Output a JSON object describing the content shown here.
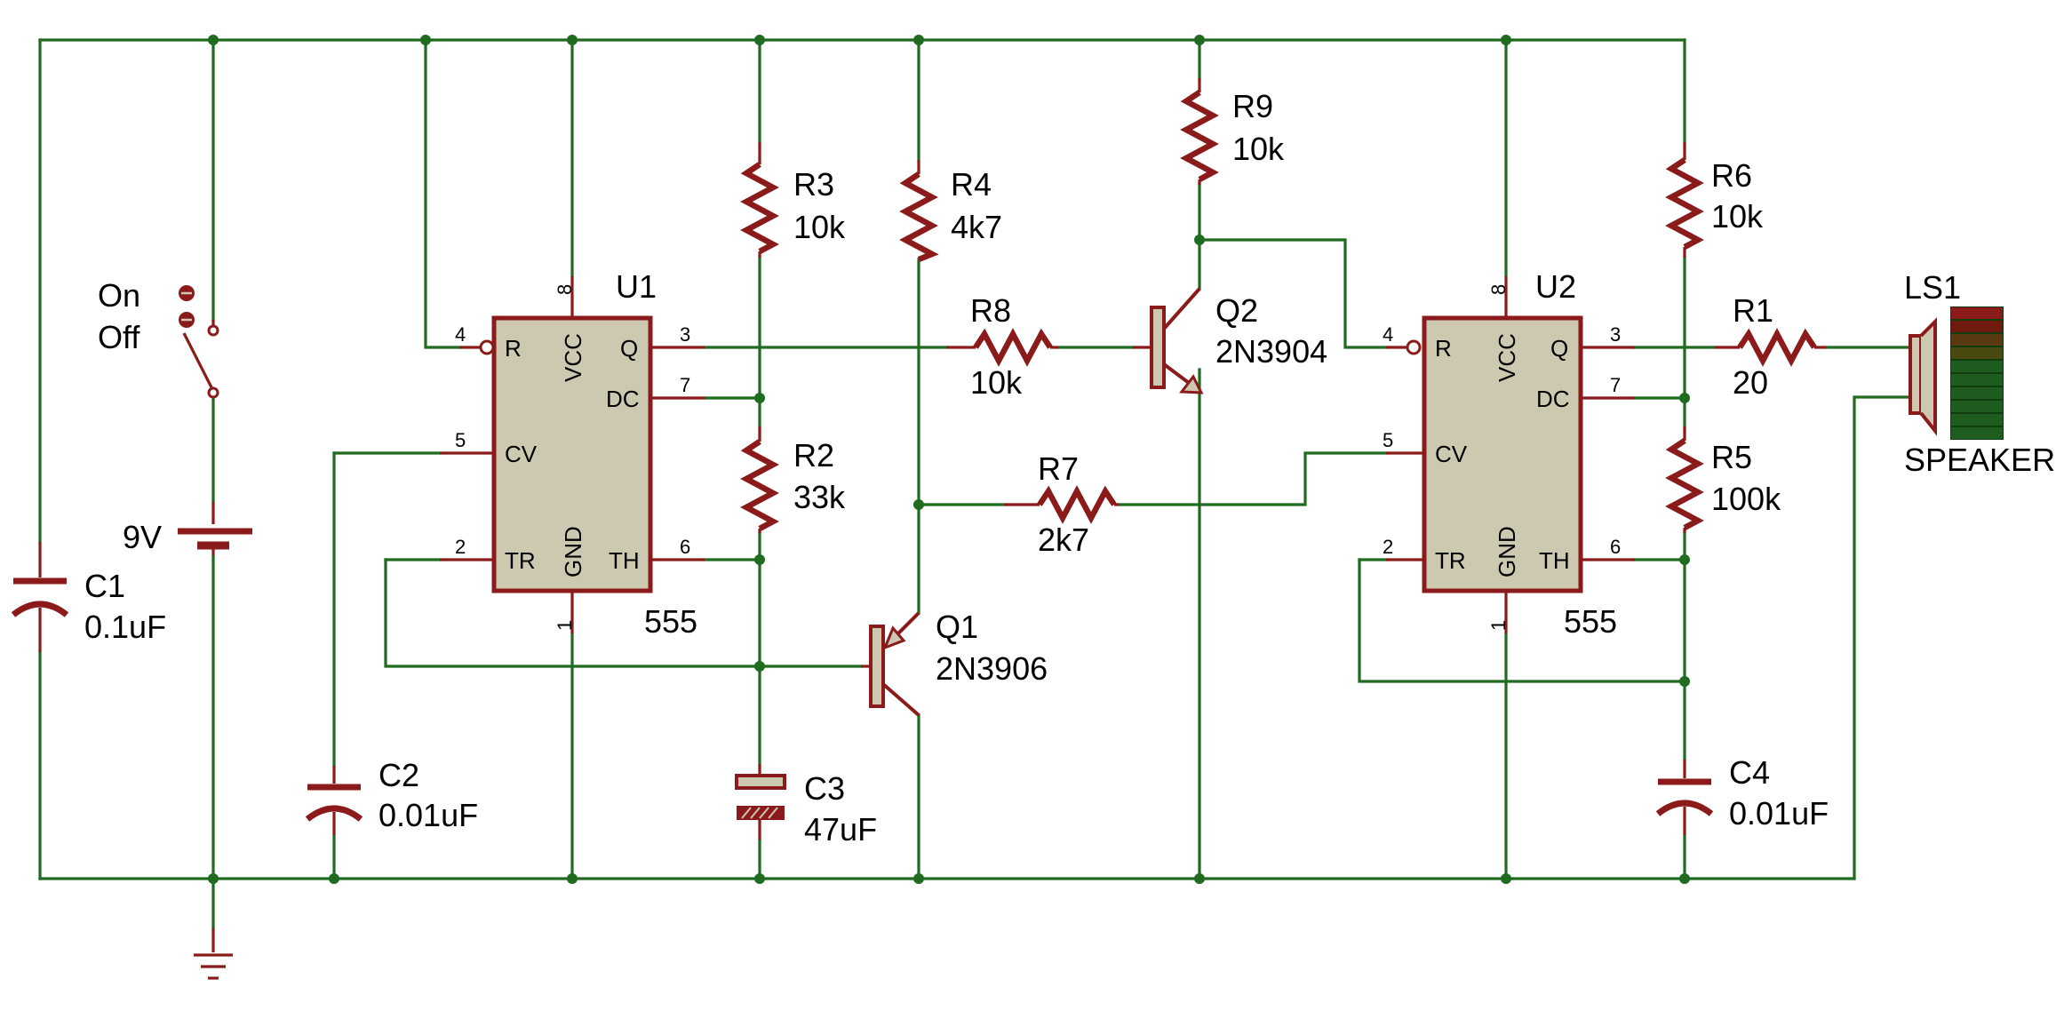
{
  "components": {
    "c1": {
      "ref": "C1",
      "value": "0.1uF"
    },
    "c2": {
      "ref": "C2",
      "value": "0.01uF"
    },
    "c3": {
      "ref": "C3",
      "value": "47uF"
    },
    "c4": {
      "ref": "C4",
      "value": "0.01uF"
    },
    "r1": {
      "ref": "R1",
      "value": "20"
    },
    "r2": {
      "ref": "R2",
      "value": "33k"
    },
    "r3": {
      "ref": "R3",
      "value": "10k"
    },
    "r4": {
      "ref": "R4",
      "value": "4k7"
    },
    "r5": {
      "ref": "R5",
      "value": "100k"
    },
    "r6": {
      "ref": "R6",
      "value": "10k"
    },
    "r7": {
      "ref": "R7",
      "value": "2k7"
    },
    "r8": {
      "ref": "R8",
      "value": "10k"
    },
    "r9": {
      "ref": "R9",
      "value": "10k"
    },
    "q1": {
      "ref": "Q1",
      "value": "2N3906"
    },
    "q2": {
      "ref": "Q2",
      "value": "2N3904"
    },
    "u1": {
      "ref": "U1",
      "value": "555"
    },
    "u2": {
      "ref": "U2",
      "value": "555"
    },
    "ls1": {
      "ref": "LS1",
      "value": "SPEAKER"
    },
    "battery": {
      "value": "9V"
    },
    "switch": {
      "on_label": "On",
      "off_label": "Off"
    }
  },
  "ic_pins": {
    "vcc": "VCC",
    "gnd": "GND",
    "r": "R",
    "q": "Q",
    "dc": "DC",
    "cv": "CV",
    "tr": "TR",
    "th": "TH",
    "n1": "1",
    "n2": "2",
    "n3": "3",
    "n4": "4",
    "n5": "5",
    "n6": "6",
    "n7": "7",
    "n8": "8"
  },
  "colors": {
    "wire": "#1f6b1f",
    "part": "#8b1a1a",
    "body": "#cdc8b0"
  }
}
